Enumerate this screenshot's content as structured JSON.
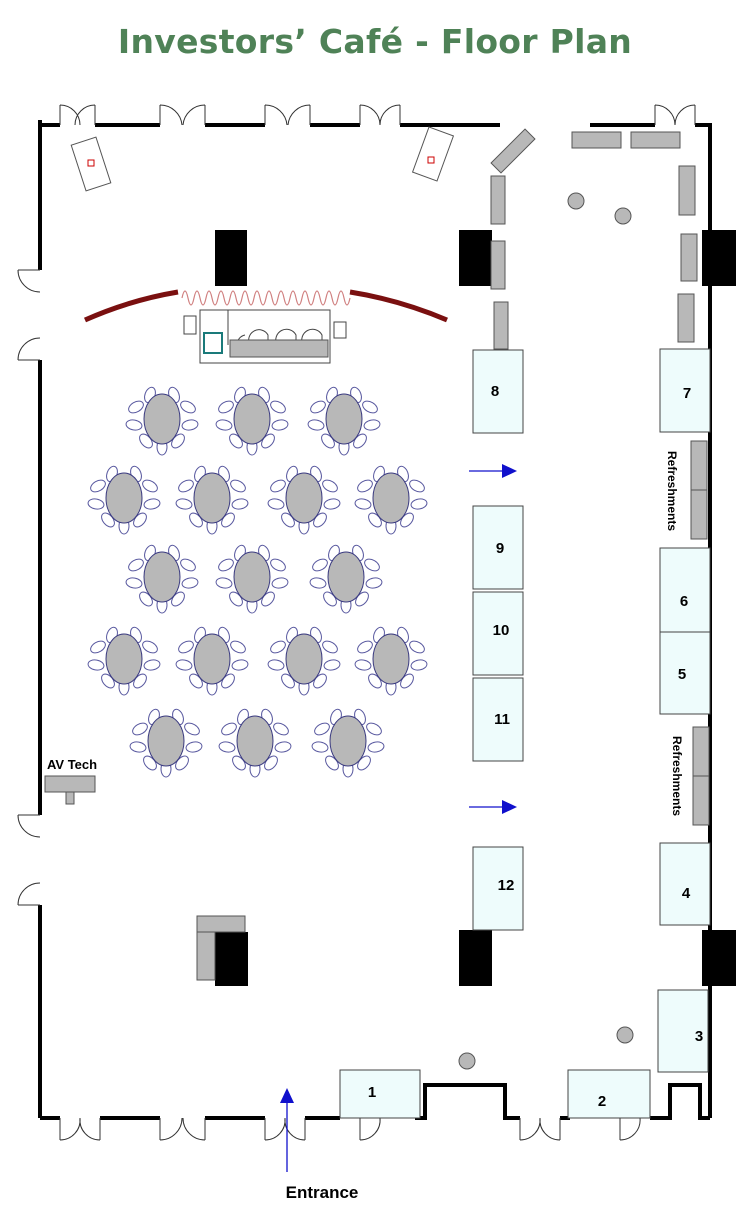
{
  "title": "Investors’ Café - Floor Plan",
  "labels": {
    "av_tech": "AV Tech",
    "entrance": "Entrance",
    "refreshments_top": "Refreshments",
    "refreshments_bottom": "Refreshments"
  },
  "booths": [
    "1",
    "2",
    "3",
    "4",
    "5",
    "6",
    "7",
    "8",
    "9",
    "10",
    "11",
    "12"
  ],
  "colors": {
    "title": "#4f8257",
    "wall": "#000000",
    "booth_fill": "#eefcfc",
    "furniture": "#b8b8b8",
    "arrow": "#1010cc",
    "stage_curve": "#7a1010",
    "screen": "#d08080"
  }
}
